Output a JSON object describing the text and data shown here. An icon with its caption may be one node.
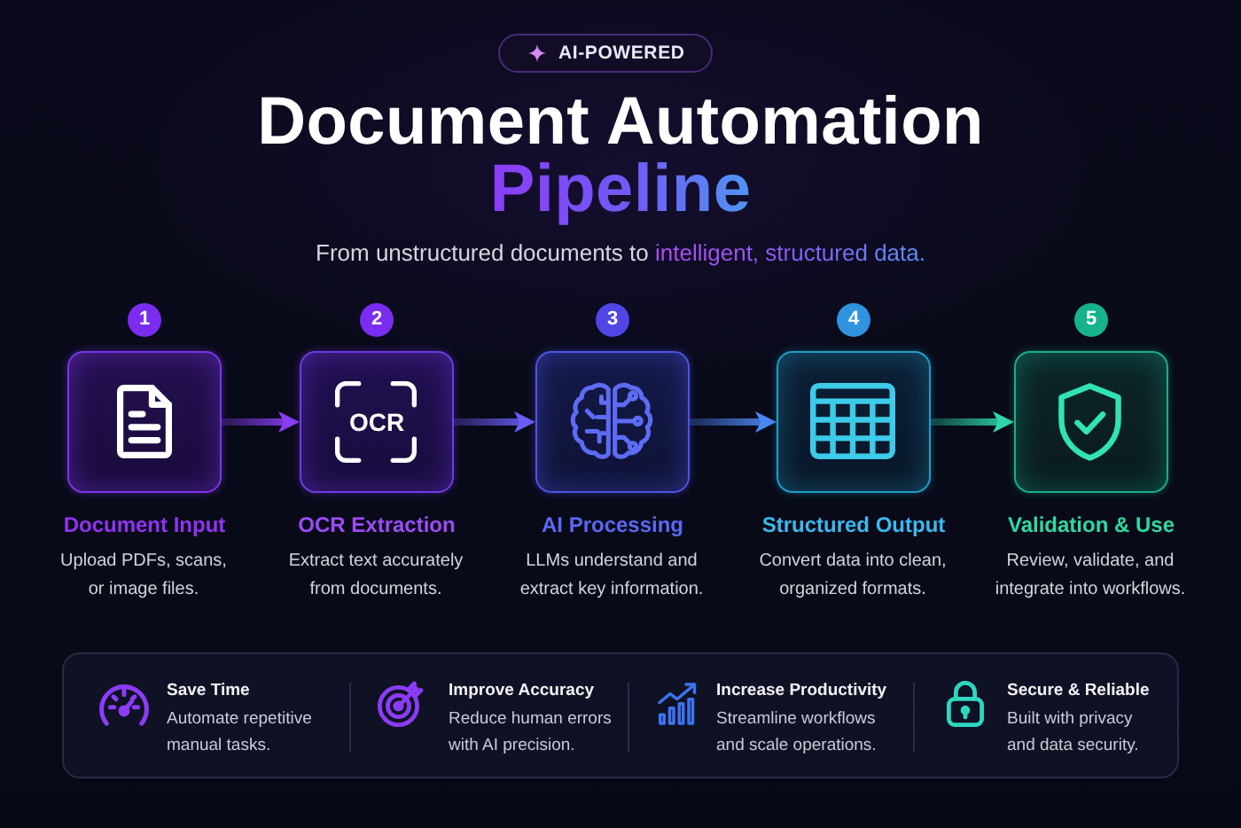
{
  "diagram": {
    "title": "Document Automation Pipeline",
    "nodes": [
      {
        "text": [
          "AI-POWERED"
        ]
      },
      {
        "text": [
          "1"
        ]
      },
      {
        "text": [
          "Document Input",
          "Upload PDFs, scans, or image files."
        ]
      },
      {
        "text": [
          "2"
        ]
      },
      {
        "text": [
          "OCR",
          "OCR Extraction",
          "Extract text accurately from documents."
        ]
      },
      {
        "text": [
          "3"
        ]
      },
      {
        "text": [
          "AI Processing",
          "LLMs understand and extract key information."
        ]
      },
      {
        "text": [
          "4"
        ]
      },
      {
        "text": [
          "Structured Output",
          "Convert data into clean, organized formats."
        ]
      },
      {
        "text": [
          "5"
        ]
      },
      {
        "text": [
          "Validation & Use",
          "Review, validate, and integrate into workflows."
        ]
      },
      {
        "text": [
          "Save Time",
          "Automate repetitive manual tasks.",
          "Improve Accuracy",
          "Reduce human errors with AI precision.",
          "Increase Productivity",
          "Streamline workflows and scale operations.",
          "Secure & Reliable",
          "Built with privacy and data security."
        ]
      }
    ],
    "edges": [
      {
        "from": 2,
        "to": 4,
        "arrow": "to",
        "color": "#8b3cf5"
      },
      {
        "from": 4,
        "to": 6,
        "arrow": "to",
        "color": "#6a5cf5"
      },
      {
        "from": 6,
        "to": 8,
        "arrow": "to",
        "color": "#4a86f2"
      },
      {
        "from": 8,
        "to": 10,
        "arrow": "to",
        "color": "#2fd6ad"
      }
    ],
    "labels": [
      "From unstructured documents to intelligent, structured data."
    ]
  }
}
